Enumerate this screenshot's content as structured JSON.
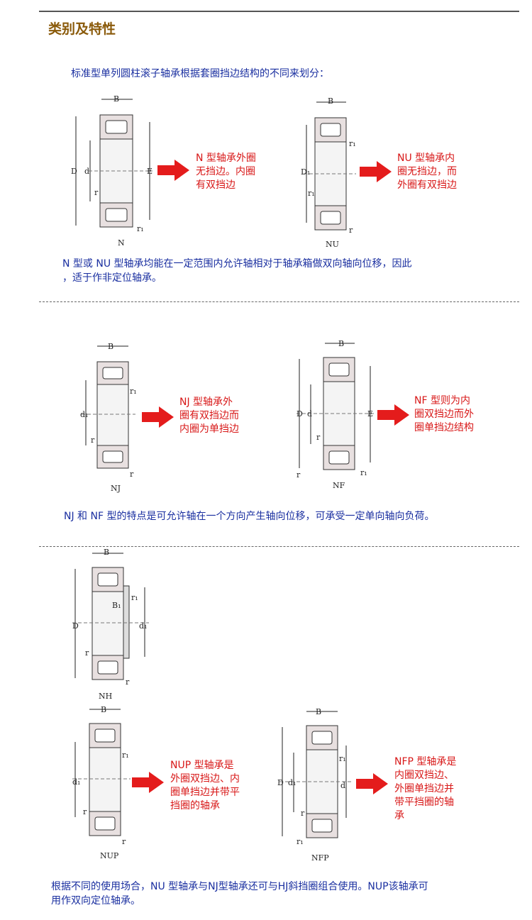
{
  "title": "类别及特性",
  "intro": "标准型单列圆柱滚子轴承根据套圈挡边结构的不同来划分：",
  "s1": {
    "n_desc": [
      "N 型轴承外圈",
      "无挡边。内圈",
      "有双挡边"
    ],
    "nu_desc": [
      "NU 型轴承内",
      "圈无挡边，而",
      "外圈有双挡边"
    ],
    "note": [
      "N 型或 NU 型轴承均能在一定范围内允许轴相对于轴承箱做双向轴向位移，因此",
      "，适于作非定位轴承。"
    ],
    "n_label": "N",
    "nu_label": "NU"
  },
  "s2": {
    "nj_desc": [
      "NJ 型轴承外",
      "圈有双挡边而",
      "内圈为单挡边"
    ],
    "nf_desc": [
      "NF 型则为内",
      "圈双挡边而外",
      "圈单挡边结构"
    ],
    "note": "NJ 和 NF 型的特点是可允许轴在一个方向产生轴向位移，可承受一定单向轴向负荷。",
    "nj_label": "NJ",
    "nf_label": "NF"
  },
  "s3": {
    "nh_label": "NH",
    "nup_label": "NUP",
    "nfp_label": "NFP",
    "nup_desc": [
      "NUP 型轴承是",
      "外圈双挡边、内",
      "圈单挡边并带平",
      "挡圈的轴承"
    ],
    "nfp_desc": [
      "NFP 型轴承是",
      "内圈双挡边、",
      "外圈单挡边并",
      "带平挡圈的轴",
      "承"
    ],
    "note": [
      "根据不同的使用场合，NU 型轴承与NJ型轴承还可与HJ斜挡圈组合使用。NUP该轴承可",
      "用作双向定位轴承。"
    ]
  },
  "dims": {
    "B": "B",
    "D": "D",
    "d": "d",
    "E": "E",
    "D1": "D₁",
    "d1": "d₁",
    "r": "r",
    "r1": "r₁",
    "B1": "B₁"
  },
  "colors": {
    "title": "#8a5a0a",
    "blue": "#1a2fa0",
    "red": "#d81818",
    "arrow": "#e41c1c"
  }
}
